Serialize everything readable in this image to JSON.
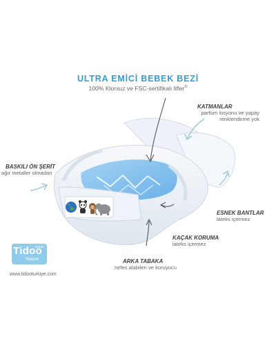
{
  "headline": {
    "title": "ULTRA EMİCİ BEBEK BEZİ",
    "subtitle": "100% Klorsuz ve FSC-sertifikalı lifler",
    "subtitle_mark": "®"
  },
  "callouts": {
    "layers": {
      "title": "KATMANLAR",
      "line1": "parfüm losyonu ve yapay",
      "line2": "renklendirme yok"
    },
    "printed_strip": {
      "title": "BASKILI ÖN ŞERİT",
      "line1": "ağır metaller olmadan"
    },
    "elastic_bands": {
      "title": "ESNEK BANTLAR",
      "line1": "lateks içermez"
    },
    "leak_guard": {
      "title": "KAÇAK KORUMA",
      "line1": "lateks içermez"
    },
    "back_sheet": {
      "title": "ARKA TABAKA",
      "line1": "nefes alabilen ve koruyucu"
    }
  },
  "brand": {
    "logo_main": "Tidoo",
    "logo_sub": "Nature",
    "logo_tiny": "bebek",
    "url": "www.tidooturkiye.com"
  },
  "colors": {
    "accent_blue": "#2f9ed8",
    "logo_blue": "#8fcbea",
    "arrow_grey": "#555555",
    "arrow_teal": "#9cc6cf"
  },
  "icons": [
    "leaf-arrow-icon",
    "globe-icon",
    "panda-icon",
    "monkey-icon",
    "elephant-icon"
  ]
}
